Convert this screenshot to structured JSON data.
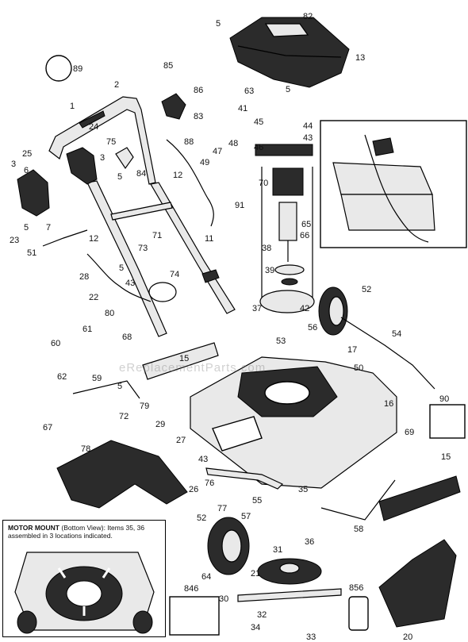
{
  "watermark": "eReplacementParts.com",
  "inset": {
    "heading": "MOTOR MOUNT",
    "subtitle": "(Bottom View): Items 35, 36 assembled in 3 locations indicated."
  },
  "callouts": [
    {
      "id": "89",
      "label": "89"
    },
    {
      "id": "82",
      "label": "82"
    },
    {
      "id": "5a",
      "label": "5"
    },
    {
      "id": "13",
      "label": "13"
    },
    {
      "id": "85",
      "label": "85"
    },
    {
      "id": "2",
      "label": "2"
    },
    {
      "id": "86",
      "label": "86"
    },
    {
      "id": "83",
      "label": "83"
    },
    {
      "id": "63",
      "label": "63"
    },
    {
      "id": "5b",
      "label": "5"
    },
    {
      "id": "41",
      "label": "41"
    },
    {
      "id": "45",
      "label": "45"
    },
    {
      "id": "44",
      "label": "44"
    },
    {
      "id": "43a",
      "label": "43"
    },
    {
      "id": "46",
      "label": "46"
    },
    {
      "id": "1",
      "label": "1"
    },
    {
      "id": "24",
      "label": "24"
    },
    {
      "id": "75",
      "label": "75"
    },
    {
      "id": "88",
      "label": "88"
    },
    {
      "id": "47",
      "label": "47"
    },
    {
      "id": "48",
      "label": "48"
    },
    {
      "id": "25",
      "label": "25"
    },
    {
      "id": "3a",
      "label": "3"
    },
    {
      "id": "3b",
      "label": "3"
    },
    {
      "id": "84",
      "label": "84"
    },
    {
      "id": "49",
      "label": "49"
    },
    {
      "id": "70",
      "label": "70"
    },
    {
      "id": "6",
      "label": "6"
    },
    {
      "id": "5c",
      "label": "5"
    },
    {
      "id": "12a",
      "label": "12"
    },
    {
      "id": "91",
      "label": "91"
    },
    {
      "id": "65",
      "label": "65"
    },
    {
      "id": "5d",
      "label": "5"
    },
    {
      "id": "7",
      "label": "7"
    },
    {
      "id": "23",
      "label": "23"
    },
    {
      "id": "12b",
      "label": "12"
    },
    {
      "id": "71",
      "label": "71"
    },
    {
      "id": "73",
      "label": "73"
    },
    {
      "id": "11",
      "label": "11"
    },
    {
      "id": "66",
      "label": "66"
    },
    {
      "id": "51",
      "label": "51"
    },
    {
      "id": "38",
      "label": "38"
    },
    {
      "id": "5e",
      "label": "5"
    },
    {
      "id": "39",
      "label": "39"
    },
    {
      "id": "28",
      "label": "28"
    },
    {
      "id": "43b",
      "label": "43"
    },
    {
      "id": "74",
      "label": "74"
    },
    {
      "id": "52a",
      "label": "52"
    },
    {
      "id": "22",
      "label": "22"
    },
    {
      "id": "37",
      "label": "37"
    },
    {
      "id": "42",
      "label": "42"
    },
    {
      "id": "80",
      "label": "80"
    },
    {
      "id": "61",
      "label": "61"
    },
    {
      "id": "56",
      "label": "56"
    },
    {
      "id": "54",
      "label": "54"
    },
    {
      "id": "68",
      "label": "68"
    },
    {
      "id": "60",
      "label": "60"
    },
    {
      "id": "53",
      "label": "53"
    },
    {
      "id": "17",
      "label": "17"
    },
    {
      "id": "15a",
      "label": "15"
    },
    {
      "id": "62",
      "label": "62"
    },
    {
      "id": "50",
      "label": "50"
    },
    {
      "id": "59",
      "label": "59"
    },
    {
      "id": "5f",
      "label": "5"
    },
    {
      "id": "79",
      "label": "79"
    },
    {
      "id": "90",
      "label": "90"
    },
    {
      "id": "16",
      "label": "16"
    },
    {
      "id": "67",
      "label": "67"
    },
    {
      "id": "72",
      "label": "72"
    },
    {
      "id": "29",
      "label": "29"
    },
    {
      "id": "69",
      "label": "69"
    },
    {
      "id": "27",
      "label": "27"
    },
    {
      "id": "78",
      "label": "78"
    },
    {
      "id": "15b",
      "label": "15"
    },
    {
      "id": "43c",
      "label": "43"
    },
    {
      "id": "26",
      "label": "26"
    },
    {
      "id": "76",
      "label": "76"
    },
    {
      "id": "35",
      "label": "35"
    },
    {
      "id": "77",
      "label": "77"
    },
    {
      "id": "55",
      "label": "55"
    },
    {
      "id": "52b",
      "label": "52"
    },
    {
      "id": "57",
      "label": "57"
    },
    {
      "id": "58",
      "label": "58"
    },
    {
      "id": "36",
      "label": "36"
    },
    {
      "id": "31",
      "label": "31"
    },
    {
      "id": "64",
      "label": "64"
    },
    {
      "id": "21",
      "label": "21"
    },
    {
      "id": "846",
      "label": "846"
    },
    {
      "id": "856",
      "label": "856"
    },
    {
      "id": "30",
      "label": "30"
    },
    {
      "id": "32",
      "label": "32"
    },
    {
      "id": "34",
      "label": "34"
    },
    {
      "id": "33",
      "label": "33"
    },
    {
      "id": "20",
      "label": "20"
    }
  ]
}
